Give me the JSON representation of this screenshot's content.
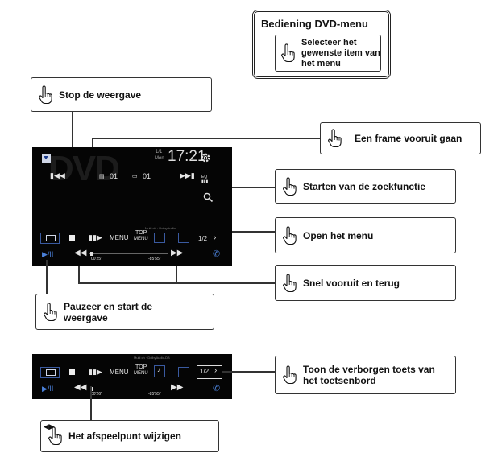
{
  "dvd_menu_box": {
    "title": "Bediening DVD-menu",
    "inner_text": "Selecteer het gewenste item van het menu"
  },
  "callouts": {
    "stop": "Stop de weergave",
    "frame": "Een frame vooruit gaan",
    "search": "Starten van de zoekfunctie",
    "menu": "Open het menu",
    "fast": "Snel vooruit en terug",
    "pause": "Pauzeer en start de weergave",
    "hidden": "Toon de verborgen toets van het toetsenbord",
    "seek": "Het afspeelpunt wijzigen"
  },
  "screen1": {
    "watermark": "DVD",
    "day_num": "1/1",
    "day_name": "Mon",
    "time": "17:21",
    "title_num": "01",
    "chapter_num": "01",
    "eq_label": "EQ",
    "menu_label": "MENU",
    "top_menu_top": "TOP",
    "top_menu_bottom": "MENU",
    "audio_info": "Multi ch · DolbyAudio",
    "page": "1/2",
    "elapsed": "00'25\"",
    "remaining": "-85'55\""
  },
  "screen2": {
    "audio_info": "Multi ch · DolbyAudio-DB",
    "menu_label": "MENU",
    "top_menu_top": "TOP",
    "top_menu_bottom": "MENU",
    "page": "1/2",
    "elapsed": "00'26\"",
    "remaining": "-85'55\""
  }
}
